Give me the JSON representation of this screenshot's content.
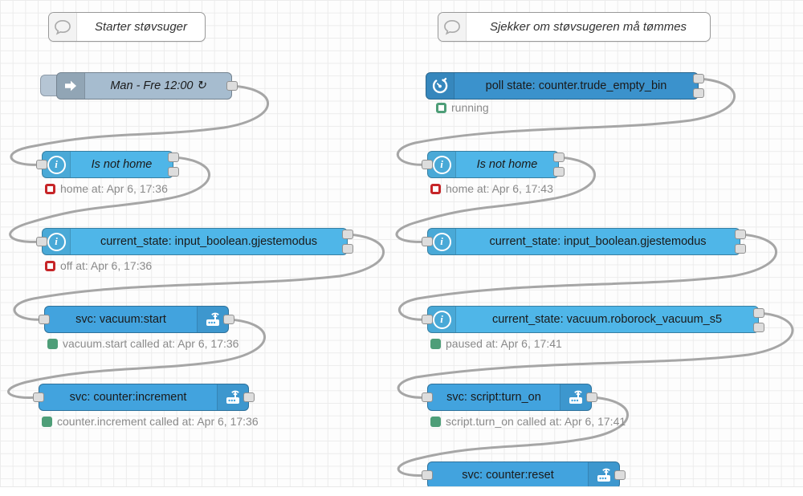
{
  "colors": {
    "node_light_blue": "#4FB6E8",
    "node_service_blue": "#42A3DE",
    "node_poll_blue": "#3B92CC",
    "node_inject_gray": "#A6BCCF",
    "status_green": "#4E9E78",
    "status_red": "#C62528",
    "wire_gray": "#A6A6A6"
  },
  "flow_left": {
    "comment": "Starter støvsuger",
    "inject_label": "Man - Fre 12:00 ↻",
    "is_not_home_label": "Is not home",
    "is_not_home_status": "home at: Apr 6, 17:36",
    "current_state_label": "current_state: input_boolean.gjestemodus",
    "current_state_status": "off at: Apr 6, 17:36",
    "svc_vacuum_label": "svc: vacuum:start",
    "svc_vacuum_status": "vacuum.start called at: Apr 6, 17:36",
    "svc_counter_label": "svc: counter:increment",
    "svc_counter_status": "counter.increment called at: Apr 6, 17:36"
  },
  "flow_right": {
    "comment": "Sjekker om støvsugeren må tømmes",
    "poll_label": "poll state: counter.trude_empty_bin",
    "poll_status": "running",
    "is_not_home_label": "Is not home",
    "is_not_home_status": "home at: Apr 6, 17:43",
    "current_state_label": "current_state: input_boolean.gjestemodus",
    "vacuum_state_label": "current_state: vacuum.roborock_vacuum_s5",
    "vacuum_state_status": "paused at: Apr 6, 17:41",
    "svc_script_label": "svc: script:turn_on",
    "svc_script_status": "script.turn_on called at: Apr 6, 17:41",
    "svc_counter_reset_label": "svc: counter:reset"
  }
}
